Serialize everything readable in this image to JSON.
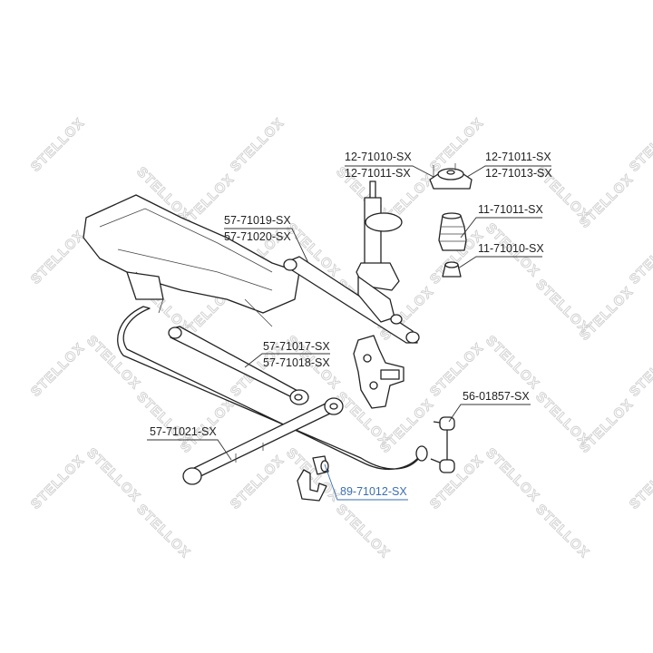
{
  "watermark": {
    "text": "STELLOX"
  },
  "labels": [
    {
      "id": "strut-mount-left",
      "lines": [
        "12-71010-SX",
        "12-71011-SX"
      ]
    },
    {
      "id": "strut-mount-right",
      "lines": [
        "12-71011-SX",
        "12-71013-SX"
      ]
    },
    {
      "id": "bump-boot",
      "lines": [
        "11-71011-SX"
      ]
    },
    {
      "id": "bump-stop",
      "lines": [
        "11-71010-SX"
      ]
    },
    {
      "id": "upper-arm",
      "lines": [
        "57-71019-SX",
        "57-71020-SX"
      ]
    },
    {
      "id": "lateral-link",
      "lines": [
        "57-71017-SX",
        "57-71018-SX"
      ]
    },
    {
      "id": "stabilizer-link",
      "lines": [
        "56-01857-SX"
      ]
    },
    {
      "id": "trailing-arm",
      "lines": [
        "57-71021-SX"
      ]
    },
    {
      "id": "stabilizer-bushing",
      "lines": [
        "89-71012-SX"
      ],
      "color": "#3a6fb0"
    }
  ]
}
